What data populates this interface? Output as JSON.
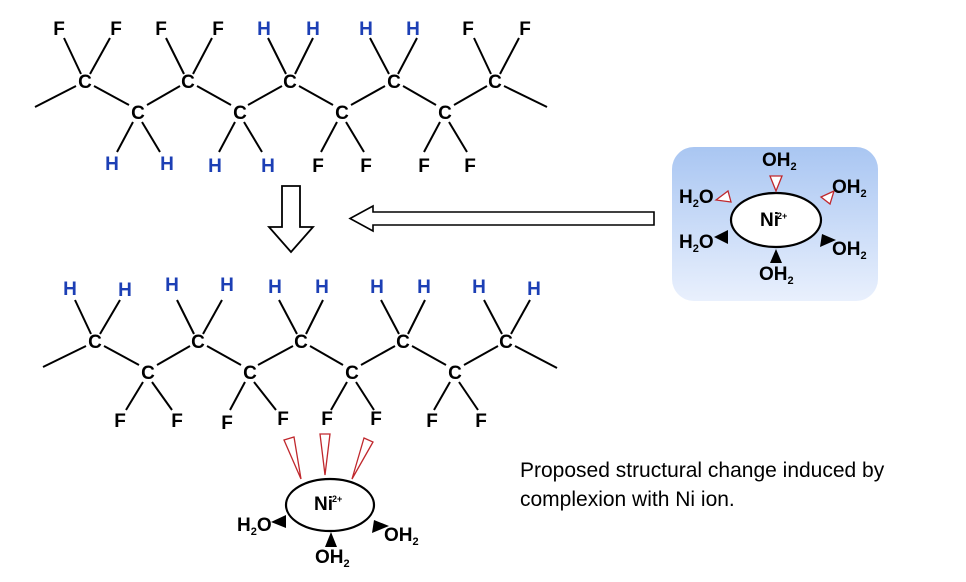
{
  "colors": {
    "carbon": "#000000",
    "fluorine": "#000000",
    "hydrogen": "#1c3fb5",
    "bond": "#000000",
    "wedge_open": "#c0282d",
    "panel_top": "#a9c6f2",
    "panel_bottom": "#e9f0fd"
  },
  "labels": {
    "carbon": "C",
    "fluorine": "F",
    "hydrogen": "H",
    "nickel": "Ni",
    "nickel_charge": "2+",
    "water_h": "H",
    "water_two": "2",
    "water_o": "O",
    "hydroxyl_oh": "OH",
    "hydroxyl_two": "2"
  },
  "top_chain": {
    "up_substituents": [
      "F",
      "F",
      "F",
      "F",
      "H",
      "H",
      "H",
      "H",
      "F",
      "F"
    ],
    "down_substituents": [
      "H",
      "H",
      "H",
      "H",
      "F",
      "F",
      "F",
      "F"
    ]
  },
  "bottom_chain": {
    "up_substituents": [
      "H",
      "H",
      "H",
      "H",
      "H",
      "H",
      "H",
      "H",
      "H",
      "H"
    ],
    "down_substituents": [
      "F",
      "F",
      "F",
      "F",
      "F",
      "F",
      "F",
      "F"
    ]
  },
  "caption": "Proposed structural change induced by complexion with Ni ion."
}
